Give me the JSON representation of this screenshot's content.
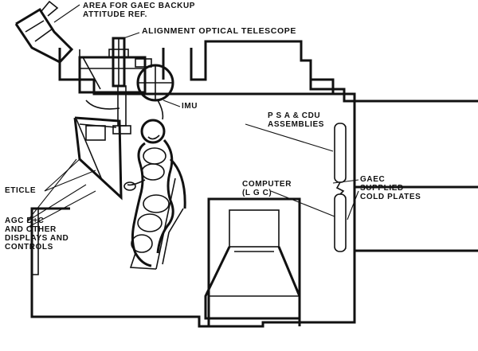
{
  "labels": {
    "backup_ref": "AREA FOR GAEC BACKUP\nATTITUDE REF.",
    "telescope": "ALIGNMENT OPTICAL TELESCOPE",
    "imu": "IMU",
    "psa_cdu": "P S A & CDU\nASSEMBLIES",
    "computer": "COMPUTER\n(L G C)",
    "cold_plates": "GAEC\nSUPPLIED\nCOLD PLATES",
    "reticle": "ETICLE",
    "agc_dc": "AGC  D+C\nAND OTHER\nDISPLAYS AND\nCONTROLS"
  },
  "icons": [
    "telescope-icon",
    "imu-sphere-icon",
    "astronaut-figure-icon",
    "cold-plate-icon",
    "computer-box-icon"
  ]
}
